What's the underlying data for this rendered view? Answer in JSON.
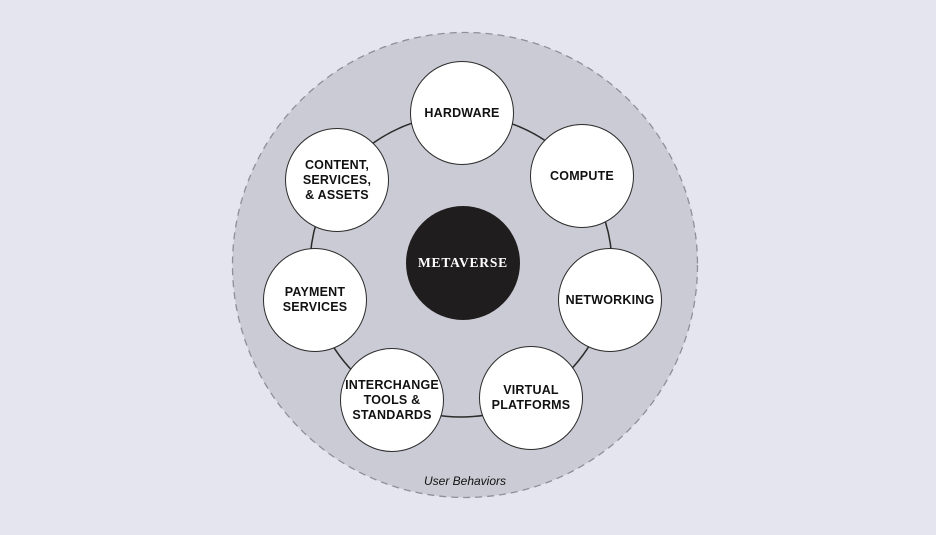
{
  "diagram": {
    "center_label": "METAVERSE",
    "outer_label": "User Behaviors",
    "nodes": [
      {
        "id": "hardware",
        "label": "HARDWARE"
      },
      {
        "id": "compute",
        "label": "COMPUTE"
      },
      {
        "id": "networking",
        "label": "NETWORKING"
      },
      {
        "id": "virtual-platforms",
        "label": "VIRTUAL\nPLATFORMS"
      },
      {
        "id": "interchange-tools-standards",
        "label": "INTERCHANGE\nTOOLS &\nSTANDARDS"
      },
      {
        "id": "payment-services",
        "label": "PAYMENT\nSERVICES"
      },
      {
        "id": "content-services-assets",
        "label": "CONTENT,\nSERVICES,\n& ASSETS"
      }
    ],
    "colors": {
      "page-bg": "#e5e5f0",
      "zone-fill": "#cbcbd5",
      "zone-border": "#8f8f9a",
      "node-fill": "#ffffff",
      "node-border": "#2b2b2b",
      "center-fill": "#201d1f",
      "center-text": "#ffffff",
      "label-text": "#111111"
    }
  }
}
